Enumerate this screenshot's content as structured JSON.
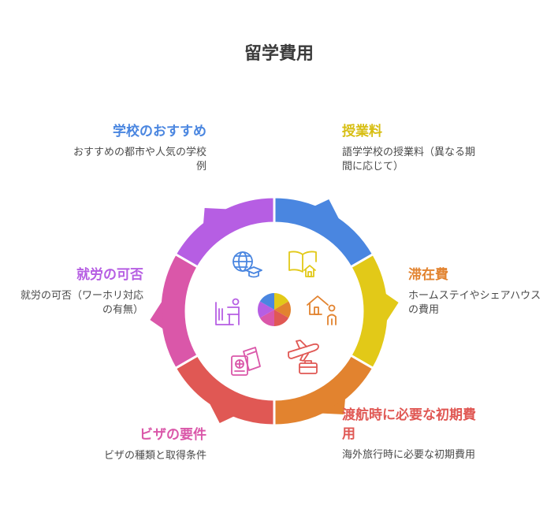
{
  "title": "留学費用",
  "colors": {
    "blue": "#4A86E0",
    "yellow": "#E2C918",
    "orange": "#E2832F",
    "red": "#E05854",
    "pink": "#DA57A9",
    "purple": "#B65EE3"
  },
  "items": [
    {
      "key": "school",
      "title": "学校のおすすめ",
      "description": "おすすめの都市や人気の学校例",
      "color": "#4A86E0",
      "icon": "globe-graduation-cap-icon"
    },
    {
      "key": "tuition",
      "title": "授業料",
      "description": "語学学校の授業料（異なる期間に応じて）",
      "color": "#E2C918",
      "icon": "book-house-icon"
    },
    {
      "key": "stay",
      "title": "滞在費",
      "description": "ホームステイやシェアハウスの費用",
      "color": "#E2832F",
      "icon": "house-person-icon"
    },
    {
      "key": "travel",
      "title": "渡航時に必要な初期費用",
      "description": "海外旅行時に必要な初期費用",
      "color": "#E05854",
      "icon": "airplane-suitcase-icon"
    },
    {
      "key": "visa",
      "title": "ビザの要件",
      "description": "ビザの種類と取得条件",
      "color": "#DA57A9",
      "icon": "passport-ticket-icon"
    },
    {
      "key": "work",
      "title": "就労の可否",
      "description": "就労の可否（ワーホリ対応の有無）",
      "color": "#B65EE3",
      "icon": "worker-desk-icon"
    }
  ]
}
